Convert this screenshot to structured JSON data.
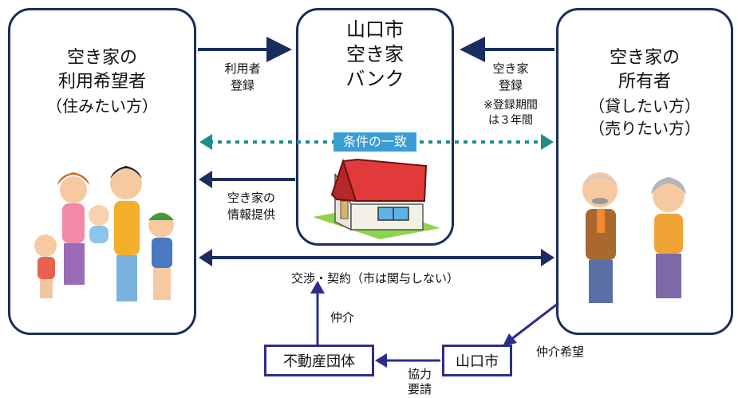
{
  "left_box": {
    "line1": "空き家の",
    "line2": "利用希望者",
    "line3": "（住みたい方）"
  },
  "center_box": {
    "line1": "山口市",
    "line2": "空き家",
    "line3": "バンク"
  },
  "right_box": {
    "line1": "空き家の",
    "line2": "所有者",
    "line3": "（貸したい方）",
    "line4": "（売りたい方）"
  },
  "arrows": {
    "user_register_1": "利用者",
    "user_register_2": "登録",
    "owner_register_1": "空き家",
    "owner_register_2": "登録",
    "period_note_1": "※登録期間",
    "period_note_2": "は３年間",
    "condition_match": "条件の一致",
    "info_provide_1": "空き家の",
    "info_provide_2": "情報提供",
    "negotiation": "交渉・契約（市は関与しない）",
    "mediation": "仲介",
    "mediation_request": "仲介希望",
    "cooperation_1": "協力",
    "cooperation_2": "要請"
  },
  "nodes": {
    "realestate": "不動産団体",
    "city": "山口市"
  },
  "colors": {
    "navy": "#1a2d5e",
    "purple": "#2b2e8c",
    "teal": "#1f8c8c",
    "blue_label": "#3b9dd6"
  }
}
